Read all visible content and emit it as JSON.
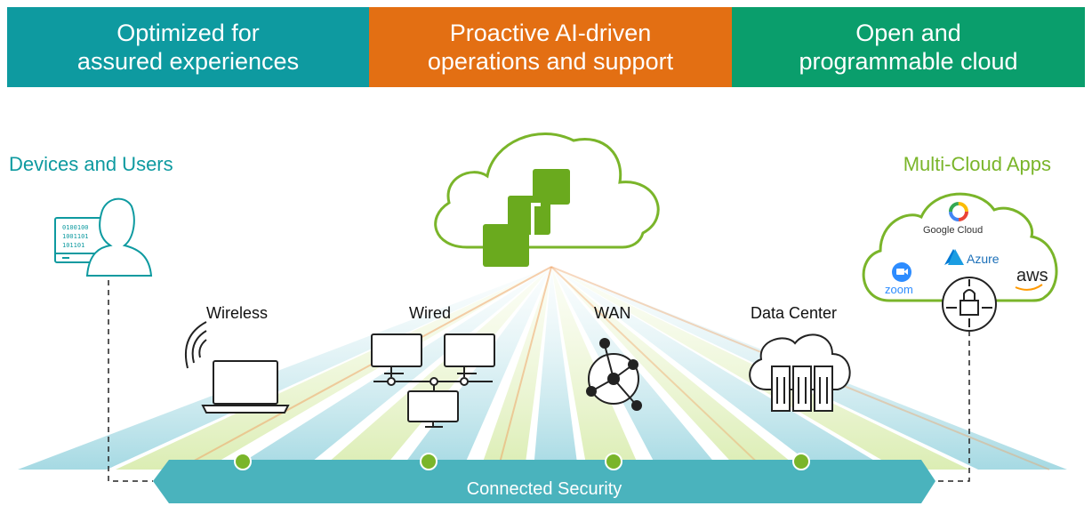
{
  "banners": [
    {
      "line1": "Optimized for",
      "line2": "assured experiences",
      "color": "#0e9aa0"
    },
    {
      "line1": "Proactive AI-driven",
      "line2": "operations and support",
      "color": "#e36f13"
    },
    {
      "line1": "Open and",
      "line2": "programmable cloud",
      "color": "#0a9e6c"
    }
  ],
  "left_label": "Devices and Users",
  "right_label": "Multi-Cloud Apps",
  "segments": [
    "Wireless",
    "Wired",
    "WAN",
    "Data Center"
  ],
  "bottom_bar": "Connected Security",
  "cloud_apps": {
    "google": "Google Cloud",
    "azure": "Azure",
    "aws": "aws",
    "zoom": "zoom"
  },
  "device_code": [
    "0100100",
    "1001101",
    "101101"
  ],
  "colors": {
    "teal": "#0e9aa0",
    "orange": "#e36f13",
    "green": "#0a9e6c",
    "lime": "#7ab52a",
    "bar": "#4ab3bd"
  }
}
